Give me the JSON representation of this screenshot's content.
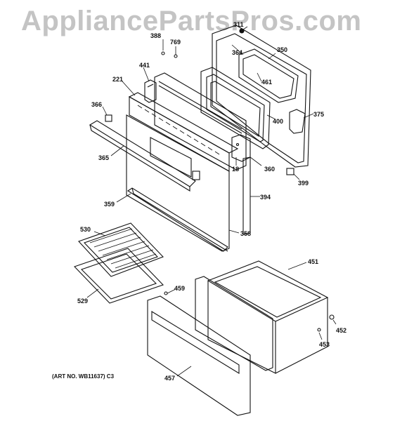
{
  "watermark": "AppliancePartsPros.com",
  "art_number": "(ART NO. WB11637) C3",
  "callouts": {
    "p311": "311",
    "p388": "388",
    "p769": "769",
    "p364": "364",
    "p350": "350",
    "p441": "441",
    "p461": "461",
    "p221": "221",
    "p366": "366",
    "p375": "375",
    "p400": "400",
    "p365": "365",
    "p18": "18",
    "p360": "360",
    "p399": "399",
    "p394": "394",
    "p359": "359",
    "p530": "530",
    "p358": "358",
    "p451": "451",
    "p459": "459",
    "p529": "529",
    "p452": "452",
    "p453": "453",
    "p457": "457"
  }
}
